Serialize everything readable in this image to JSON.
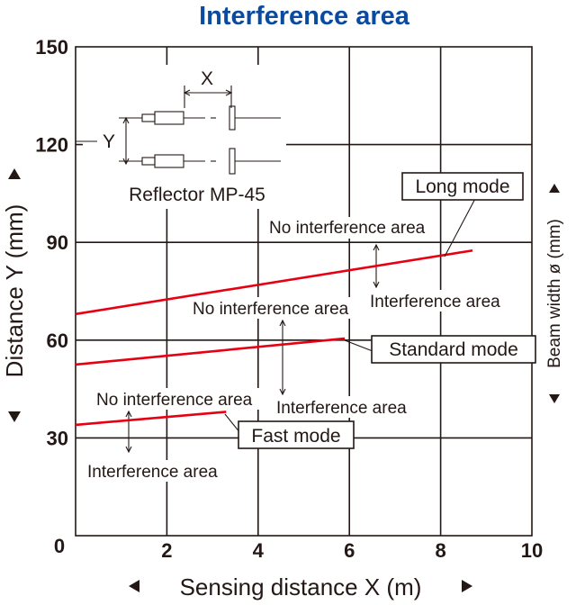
{
  "chart_data": {
    "type": "line",
    "title": "Interference area",
    "xlabel": "Sensing distance X (m)",
    "ylabel": "Distance Y (mm)",
    "y2label": "Beam width ø (mm)",
    "xlim": [
      0,
      10
    ],
    "ylim": [
      0,
      150
    ],
    "xticks": [
      "2",
      "4",
      "6",
      "8",
      "10"
    ],
    "yticks": [
      "30",
      "60",
      "90",
      "120",
      "150"
    ],
    "origin_label": "0",
    "grid": true,
    "series": [
      {
        "name": "Long mode",
        "x": [
          0,
          8.7
        ],
        "y": [
          68,
          87.5
        ]
      },
      {
        "name": "Standard mode",
        "x": [
          0,
          5.9
        ],
        "y": [
          52.5,
          60.5
        ]
      },
      {
        "name": "Fast mode",
        "x": [
          0,
          3.3
        ],
        "y": [
          34,
          38
        ]
      }
    ],
    "annotations": {
      "no_interference": "No interference area",
      "interference": "Interference area"
    },
    "inset": {
      "caption": "Reflector MP-45",
      "x_label": "X",
      "y_label": "Y"
    },
    "colors": {
      "series": "#e60012",
      "title": "#0a4ba0"
    }
  }
}
